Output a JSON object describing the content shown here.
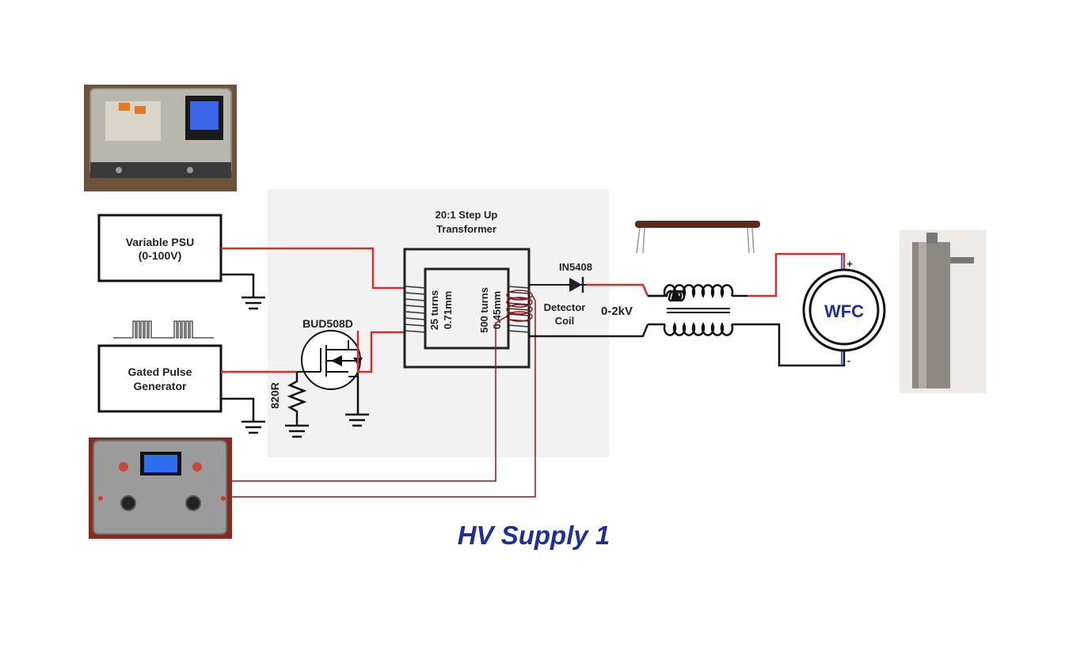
{
  "title": "HV Supply 1",
  "blocks": {
    "psu": {
      "line1": "Variable PSU",
      "line2": "(0-100V)"
    },
    "pulse": {
      "line1": "Gated Pulse",
      "line2": "Generator"
    }
  },
  "transformer": {
    "line1": "20:1 Step Up",
    "line2": "Transformer",
    "primary_turns": "25 turns",
    "primary_wire": "0.71mm",
    "secondary_turns": "500 turns",
    "secondary_wire": "0.45mm"
  },
  "detector": {
    "line1": "Detector",
    "line2": "Coil"
  },
  "components": {
    "diode": "IN5408",
    "mosfet": "BUD508D",
    "resistor": "820R",
    "voltage": "0-2kV",
    "wfc": "WFC",
    "plus": "+",
    "minus": "-"
  },
  "colors": {
    "wire_red": "#d0312d",
    "wire_black": "#1a1a1a",
    "wire_brown": "#8b1a1a",
    "title_blue": "#1c2f9c",
    "wfc_blue": "#1c2f9c",
    "panel_gray": "#f2f2f2"
  }
}
